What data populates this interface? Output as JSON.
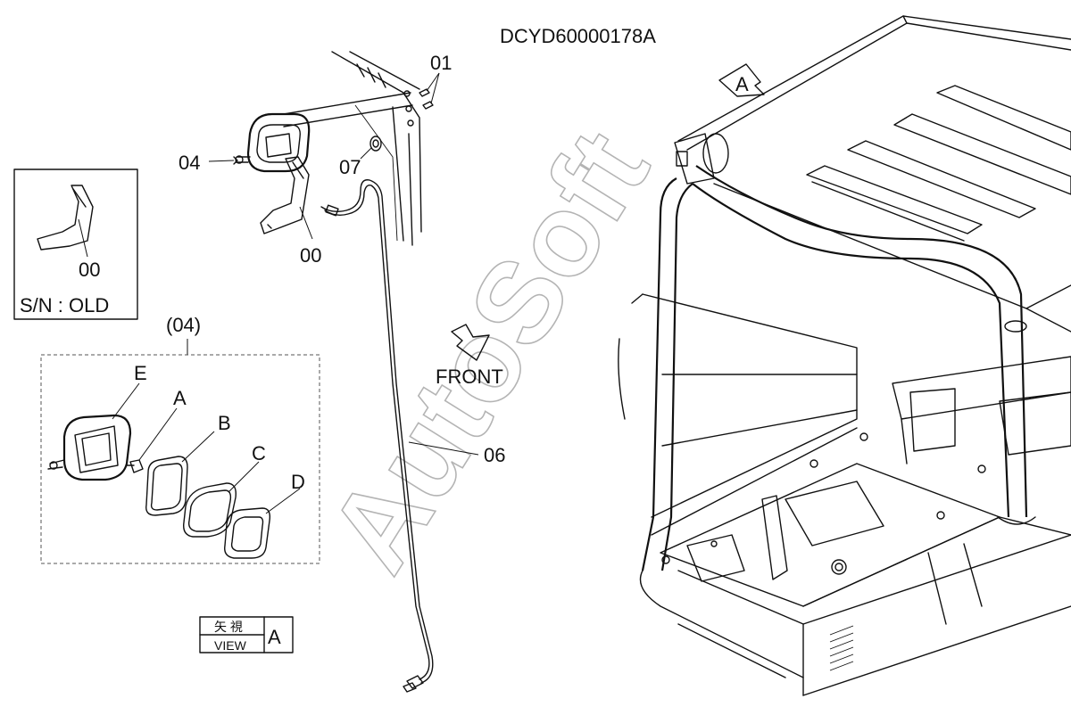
{
  "drawing_code": "DCYD60000178A",
  "watermark": "AutoSoft",
  "part_labels": {
    "p01": "01",
    "p04": "04",
    "p07": "07",
    "p00": "00",
    "p06": "06",
    "inset_old_part": "00"
  },
  "inset_old": {
    "caption": "S/N : OLD"
  },
  "exploded_group": {
    "title": "(04)",
    "sub_labels": {
      "E": "E",
      "A": "A",
      "B": "B",
      "C": "C",
      "D": "D"
    }
  },
  "direction": {
    "front": "FRONT",
    "view_marker": "A"
  },
  "view_box": {
    "kanji": "矢 視",
    "word": "VIEW",
    "letter": "A"
  }
}
